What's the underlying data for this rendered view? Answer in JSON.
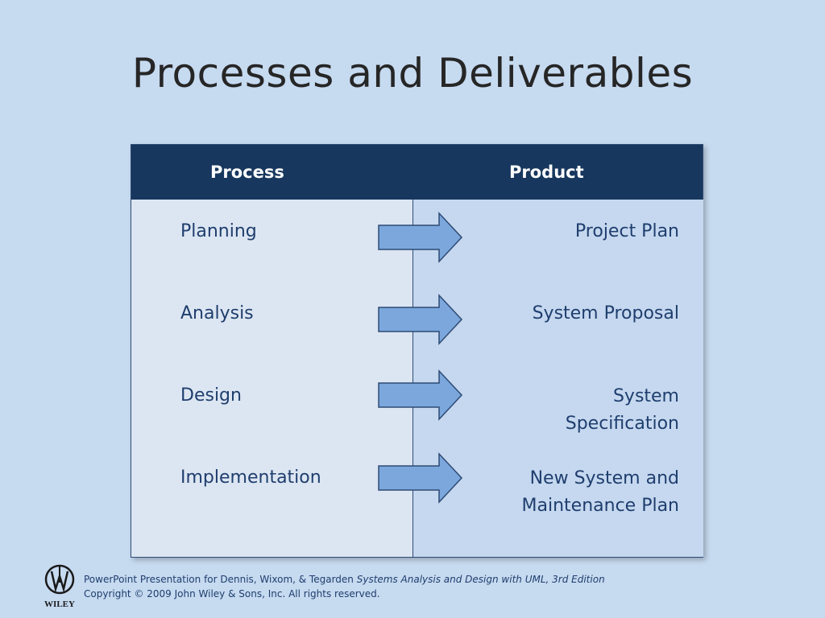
{
  "slide": {
    "title": "Processes and Deliverables"
  },
  "table": {
    "headers": {
      "process": "Process",
      "product": "Product"
    },
    "rows": [
      {
        "process": "Planning",
        "product_line1": "Project Plan",
        "product_line2": ""
      },
      {
        "process": "Analysis",
        "product_line1": "System Proposal",
        "product_line2": ""
      },
      {
        "process": "Design",
        "product_line1": "System",
        "product_line2": "Specification"
      },
      {
        "process": "Implementation",
        "product_line1": "New System and",
        "product_line2": "Maintenance Plan"
      }
    ],
    "colors": {
      "header_bg": "#17375e",
      "process_col_bg": "#dce6f2",
      "product_col_bg": "#c5d8ef",
      "arrow_fill": "#7ba7dc",
      "arrow_stroke": "#2e4a74"
    }
  },
  "footer": {
    "line1_prefix": "PowerPoint Presentation for Dennis, Wixom, & Tegarden ",
    "line1_italic": "Systems Analysis and Design with UML, 3rd Edition",
    "line2": "Copyright © 2009 John Wiley & Sons, Inc.  All rights reserved.",
    "logo_text": "WILEY",
    "logo_icon": "wiley-logo-icon"
  }
}
